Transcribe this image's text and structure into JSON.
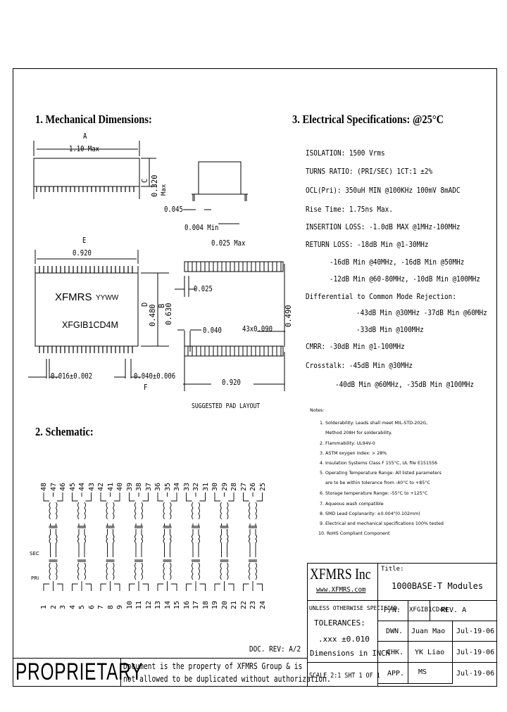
{
  "section1": {
    "title": "1. Mechanical Dimensions:"
  },
  "section2": {
    "title": "2. Schematic:"
  },
  "section3": {
    "title": "3. Electrical Specifications: @25°C"
  },
  "dims": {
    "a_label": "A",
    "a_value": "1.10 Max",
    "c_label": "C",
    "c_value": "0.320",
    "c_max": "Max",
    "side_045": "0.045",
    "side_004": "0.004 Min",
    "side_025": "0.025 Max",
    "e_label": "E",
    "e_value": "0.920",
    "d_label": "D",
    "d_value": "0.480",
    "b_label": "B",
    "b_value": "0.630",
    "f_label": "F",
    "tol1": "0.016±0.002",
    "tol2": "0.040±0.006",
    "pad_025": "0.025",
    "pad_040": "0.040",
    "pad_pitch": "43x0.090",
    "pad_490": "0.490",
    "pad_920": "0.920",
    "pad_caption": "SUGGESTED PAD LAYOUT"
  },
  "chip": {
    "brand": "XFMRS",
    "date_code": "YYWW",
    "part": "XFGIB1CD4M"
  },
  "specs": [
    "ISOLATION: 1500 Vrms",
    "TURNS RATIO: (PRI/SEC) 1CT:1 ±2%",
    "OCL(Pri): 350uH MIN @100KHz 100mV 8mADC",
    "Rise Time: 1.75ns Max.",
    "INSERTION LOSS: -1.0dB MAX @1MHz-100MHz",
    "RETURN LOSS: -18dB Min @1-30MHz",
    "-16dB Min @40MHz, -16dB Min @50MHz",
    "-12dB Min @60-80MHz, -10dB Min @100MHz",
    "Differential to Common Mode Rejection:",
    "-43dB Min @30MHz -37dB Min @60MHz",
    "-33dB Min @100MHz",
    "CMRR: -30dB Min @1-100MHz",
    "Crosstalk: -45dB Min @30MHz",
    "-40dB Min @60MHz, -35dB Min @100MHz"
  ],
  "notes": {
    "title": "Notes:",
    "items": [
      "1. Solderability: Leads shall meet MIL-STD-202G,",
      "Method 208H for solderability.",
      "2. Flammability: UL94V-0",
      "3. ASTM oxygen index: > 28%",
      "4. Insulation Systems Class F 155°C, UL file E151556",
      "5. Operating Temperature Range: All listed parameters",
      "are to be within tolerance from -40°C to +85°C",
      "6. Storage temperature Range: -55°C to +125°C",
      "7. Aqueous wash compatible",
      "8. SMD Lead Coplanarity: ±0.004\"(0.102mm)",
      "9. Electrical and mechanical specifications 100% tested",
      "10. RoHS Compliant Component"
    ]
  },
  "schematic": {
    "top_pins": [
      "48",
      "47",
      "46",
      "45",
      "44",
      "43",
      "42",
      "41",
      "40",
      "39",
      "38",
      "37",
      "36",
      "35",
      "34",
      "33",
      "32",
      "31",
      "30",
      "29",
      "28",
      "27",
      "26",
      "25"
    ],
    "bottom_pins": [
      "1",
      "2",
      "3",
      "4",
      "5",
      "6",
      "7",
      "8",
      "9",
      "10",
      "11",
      "12",
      "13",
      "14",
      "15",
      "16",
      "17",
      "18",
      "19",
      "20",
      "21",
      "22",
      "23",
      "24"
    ],
    "sec_label": "SEC",
    "pri_label": "PRI"
  },
  "title_block": {
    "company": "XFMRS Inc",
    "website": "www.XFMRS.com",
    "title_label": "Title:",
    "title_value": "1000BASE-T Modules",
    "unless": "UNLESS OTHERWISE SPECIFIED",
    "tolerances": "TOLERANCES:",
    "tol_value": ".xxx ±0.010",
    "dims_in": "Dimensions in INCH",
    "pn_label": "P/N:",
    "pn_value": "XFGIB1CD4M",
    "rev": "REV. A",
    "dwn_label": "DWN.",
    "dwn_name": "Juan Mao",
    "dwn_date": "Jul-19-06",
    "chk_label": "CHK.",
    "chk_name": "YK Liao",
    "chk_date": "Jul-19-06",
    "app_label": "APP.",
    "app_name": "MS",
    "app_date": "Jul-19-06",
    "scale": "SCALE 2:1 SHT 1 OF 1",
    "doc_rev": "DOC. REV: A/2",
    "proprietary": "PROPRIETARY",
    "prop_text_1": "Document is the property of XFMRS Group & is",
    "prop_text_2": "not allowed to be duplicated without authorization."
  }
}
